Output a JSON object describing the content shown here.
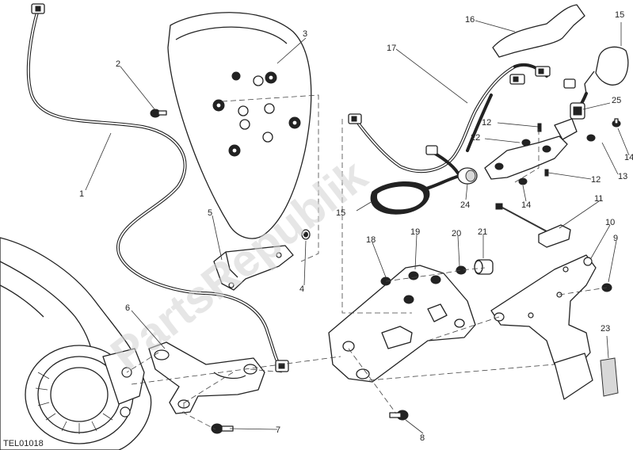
{
  "diagram_code": "TEL01018",
  "watermark": "PartsRepublik",
  "labels": [
    {
      "id": "1",
      "text": "1"
    },
    {
      "id": "2",
      "text": "2"
    },
    {
      "id": "3",
      "text": "3"
    },
    {
      "id": "4",
      "text": "4"
    },
    {
      "id": "5",
      "text": "5"
    },
    {
      "id": "6",
      "text": "6"
    },
    {
      "id": "7",
      "text": "7"
    },
    {
      "id": "8",
      "text": "8"
    },
    {
      "id": "9",
      "text": "9"
    },
    {
      "id": "10",
      "text": "10"
    },
    {
      "id": "11",
      "text": "11"
    },
    {
      "id": "12a",
      "text": "12"
    },
    {
      "id": "12b",
      "text": "12"
    },
    {
      "id": "13",
      "text": "13"
    },
    {
      "id": "14a",
      "text": "14"
    },
    {
      "id": "14b",
      "text": "14"
    },
    {
      "id": "15a",
      "text": "15"
    },
    {
      "id": "15b",
      "text": "15"
    },
    {
      "id": "16",
      "text": "16"
    },
    {
      "id": "17",
      "text": "17"
    },
    {
      "id": "18",
      "text": "18"
    },
    {
      "id": "19",
      "text": "19"
    },
    {
      "id": "20",
      "text": "20"
    },
    {
      "id": "21",
      "text": "21"
    },
    {
      "id": "22",
      "text": "22"
    },
    {
      "id": "23",
      "text": "23"
    },
    {
      "id": "24",
      "text": "24"
    },
    {
      "id": "25",
      "text": "25"
    }
  ]
}
